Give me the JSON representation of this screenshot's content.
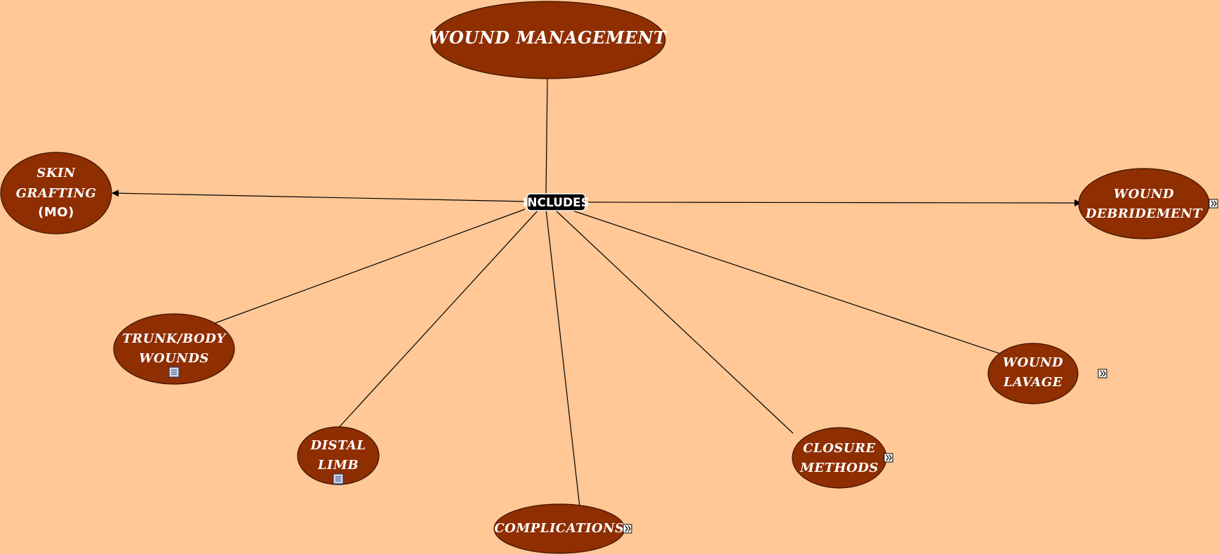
{
  "diagram": {
    "root": "WOUND MANAGEMENT",
    "link_label": "INCLUDES",
    "nodes": {
      "skin_grafting": {
        "lines": [
          "SKIN",
          "GRAFTING"
        ],
        "suffix": "(MO)"
      },
      "wound_debridement": {
        "lines": [
          "WOUND",
          "DEBRIDEMENT"
        ]
      },
      "trunk_body_wounds": {
        "lines": [
          "TRUNK/BODY",
          "WOUNDS"
        ]
      },
      "distal_limb": {
        "lines": [
          "DISTAL",
          "LIMB"
        ]
      },
      "complications": {
        "lines": [
          "COMPLICATIONS"
        ]
      },
      "closure_methods": {
        "lines": [
          "CLOSURE",
          "METHODS"
        ]
      },
      "wound_lavage": {
        "lines": [
          "WOUND",
          "LAVAGE"
        ]
      }
    },
    "icons": {
      "expand": "expand-submap-icon",
      "document": "document-resource-icon"
    },
    "colors": {
      "background": "#FFC896",
      "node_fill": "#8F2E00",
      "node_text": "#FFFFFF",
      "link_label_fill": "#000000"
    }
  }
}
